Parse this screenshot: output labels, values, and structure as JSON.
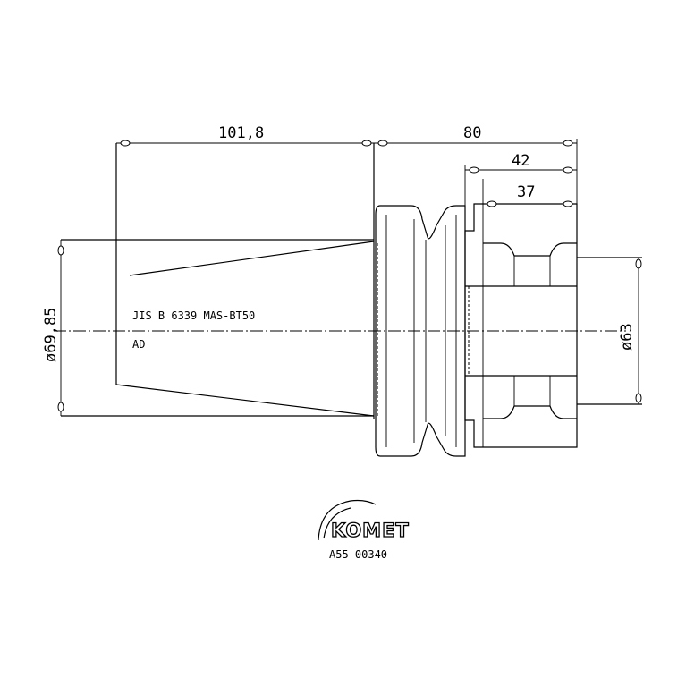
{
  "dimensions": {
    "length_taper": "101,8",
    "length_total_flange": "80",
    "length_42": "42",
    "length_37": "37",
    "diameter_taper": "ø69,85",
    "diameter_shank": "ø63"
  },
  "annotations": {
    "standard_line": "JIS B 6339 MAS-BT50",
    "ad_line": "AD"
  },
  "logo": {
    "brand": "KOMET",
    "part_number": "A55 00340"
  },
  "colors": {
    "ink": "#000000",
    "background": "#ffffff"
  }
}
